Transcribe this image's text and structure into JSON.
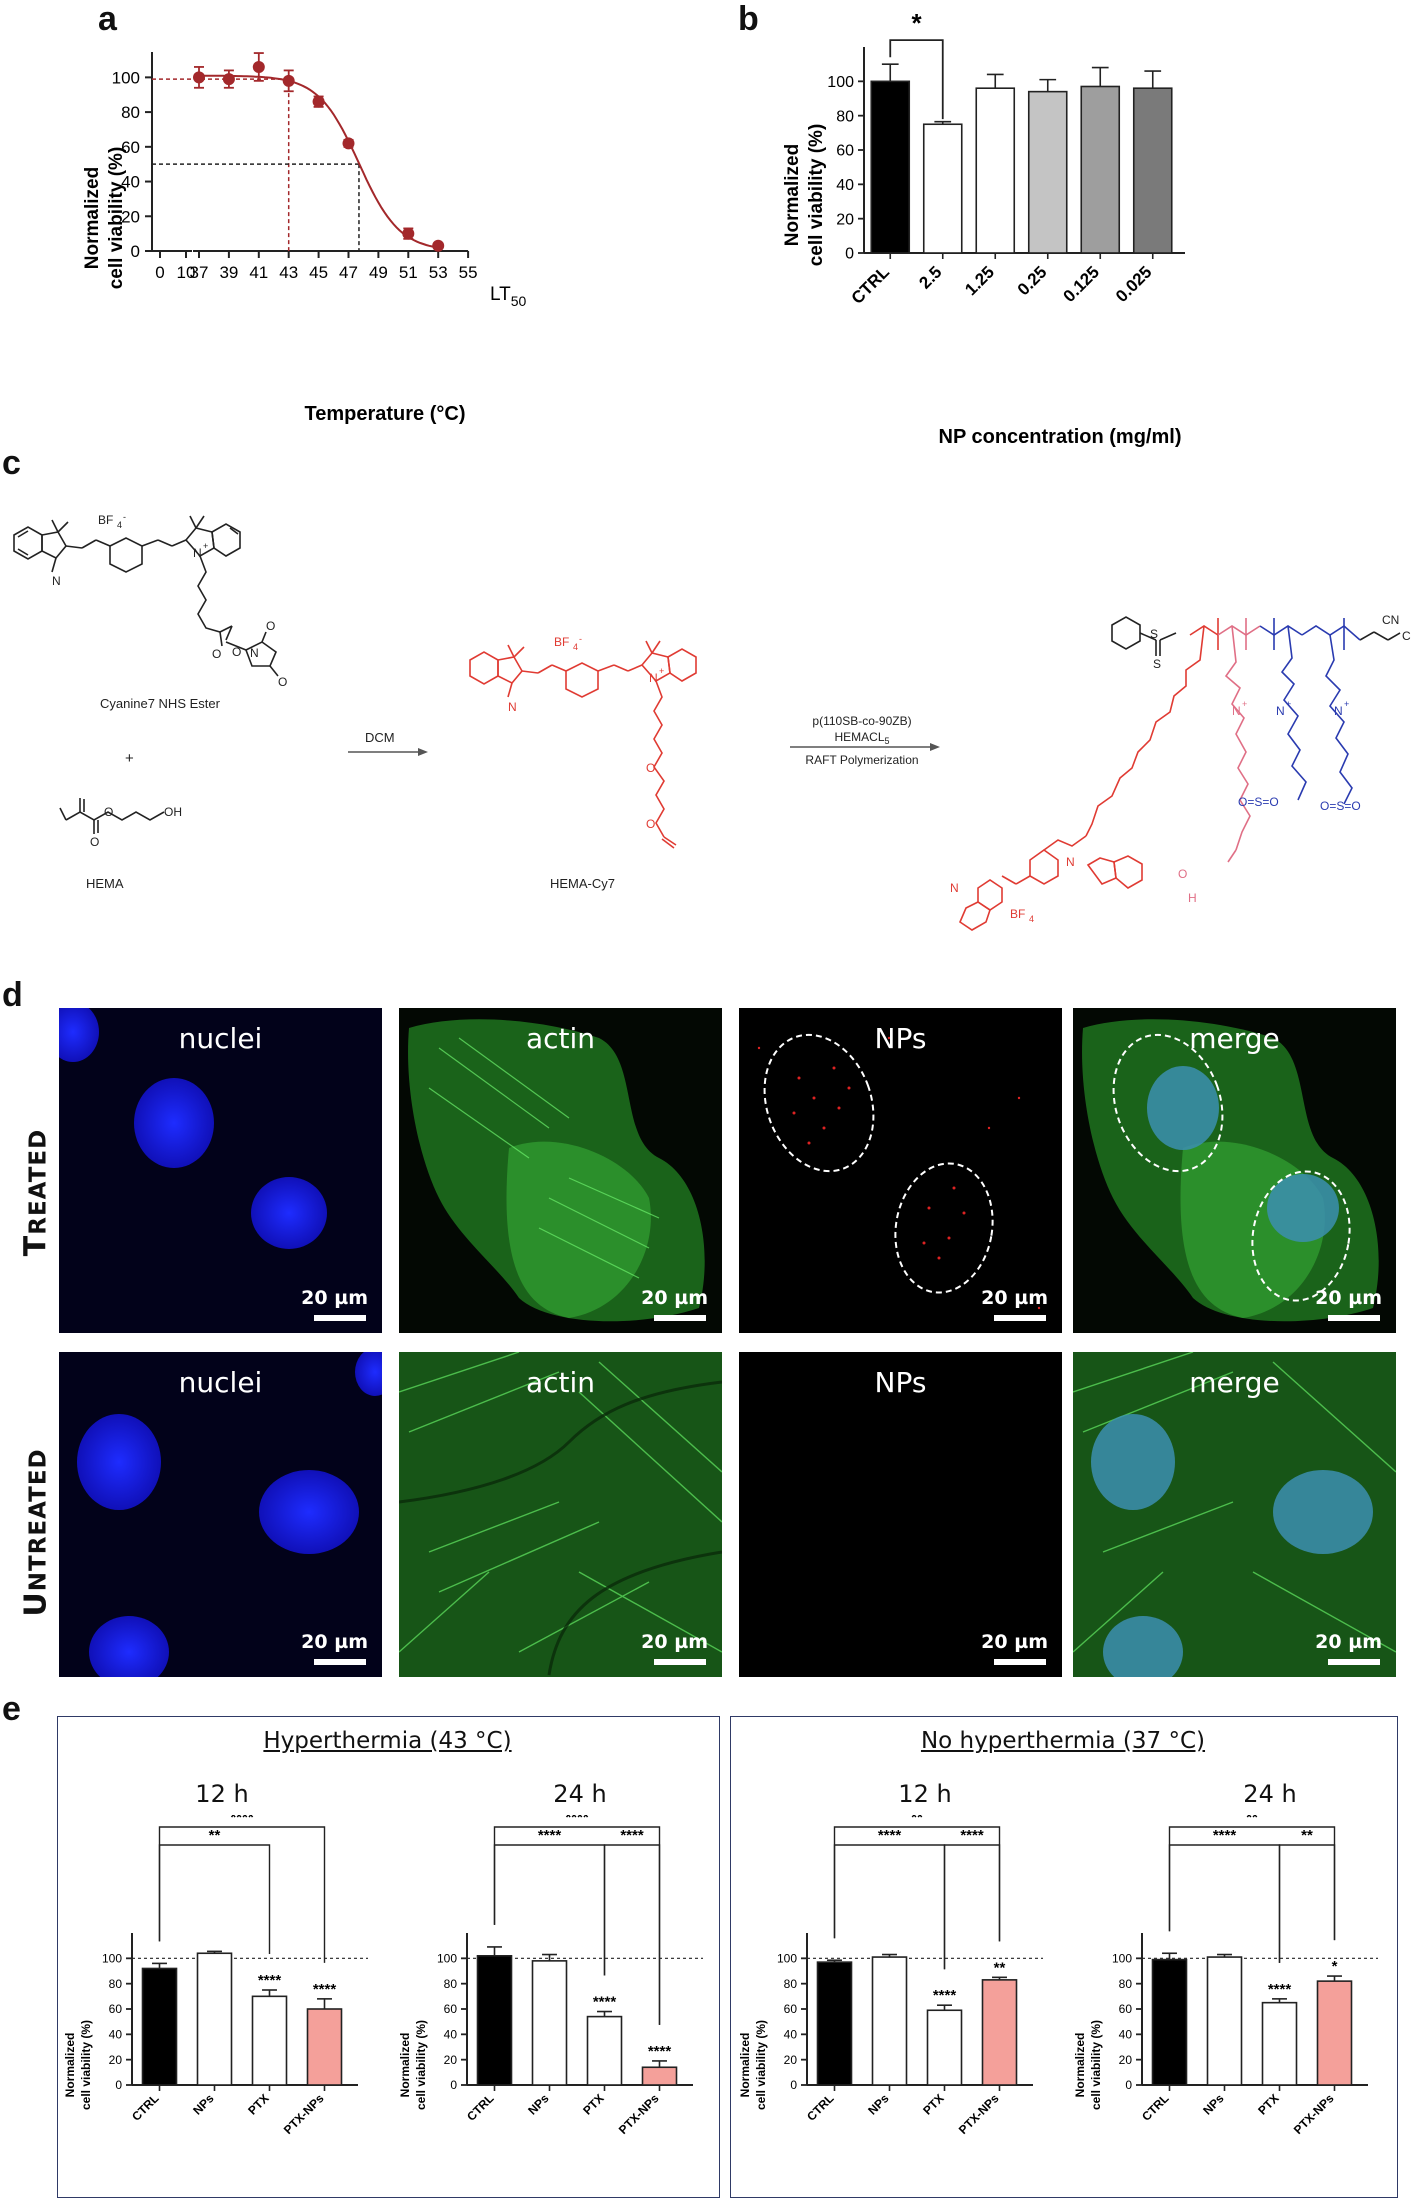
{
  "panels": {
    "a": "a",
    "b": "b",
    "c": "c",
    "d": "d",
    "e": "e"
  },
  "panel_a": {
    "ylabel_1": "Normalized",
    "ylabel_2": "cell viability (%)",
    "xlabel": "Temperature (°C)",
    "annotation": "LT",
    "annotation_sub": "50"
  },
  "panel_b": {
    "ylabel_1": "Normalized",
    "ylabel_2": "cell viability (%)",
    "xlabel": "NP concentration (mg/ml)",
    "sig": "*"
  },
  "panel_c": {
    "cy7_label": "Cyanine7 NHS Ester",
    "plus": "+",
    "hema_label": "HEMA",
    "dcm": "DCM",
    "hemacy7_label": "HEMA-Cy7",
    "cond_1": "p(110SB-co-90ZB)",
    "cond_2": "HEMACL",
    "cond_2_sub": "5",
    "cond_3": "RAFT Polymerization",
    "bf4": "BF",
    "bf4_sub": "4",
    "cn": "CN",
    "oh": "OH"
  },
  "panel_d": {
    "row_treated_first": "T",
    "row_treated_rest": "REATED",
    "row_untreated_first": "U",
    "row_untreated_rest": "NTREATED",
    "scale": "20 µm",
    "channels": [
      "nuclei",
      "actin",
      "NPs",
      "merge"
    ]
  },
  "panel_e": {
    "group1_title": "Hyperthermia (43 °C)",
    "group2_title": "No hyperthermia (37 °C)",
    "time_12": "12 h",
    "time_24": "24 h",
    "ylabel_1": "Normalized",
    "ylabel_2": "cell viability (%)"
  },
  "chart_data": [
    {
      "id": "a",
      "type": "scatter",
      "x": [
        37,
        39,
        41,
        43,
        45,
        47,
        51,
        53
      ],
      "y": [
        100,
        99,
        106,
        98,
        86,
        62,
        10,
        3
      ],
      "yerr": [
        6,
        5,
        8,
        6,
        3,
        2,
        3,
        1
      ],
      "fit": "sigmoidal",
      "xlabel": "Temperature (°C)",
      "ylabel": "Normalized cell viability (%)",
      "xticks": [
        0,
        10,
        37,
        39,
        41,
        43,
        45,
        47,
        49,
        51,
        53,
        55
      ],
      "yticks": [
        0,
        20,
        40,
        60,
        80,
        100
      ],
      "ylim": [
        0,
        110
      ],
      "xaxis_break": [
        10,
        37
      ],
      "annotation": "LT50",
      "color": "#a3282b"
    },
    {
      "id": "b",
      "type": "bar",
      "categories": [
        "CTRL",
        "2.5",
        "1.25",
        "0.25",
        "0.125",
        "0.025"
      ],
      "values": [
        100,
        75,
        96,
        94,
        97,
        96
      ],
      "errors": [
        10,
        1.5,
        8,
        7,
        11,
        10
      ],
      "colors": [
        "#000000",
        "#ffffff",
        "#ffffff",
        "#c4c4c4",
        "#9e9e9e",
        "#7a7a7a"
      ],
      "xlabel": "NP concentration (mg/ml)",
      "ylabel": "Normalized cell viability (%)",
      "yticks": [
        0,
        20,
        40,
        60,
        80,
        100
      ],
      "ylim": [
        0,
        120
      ],
      "significance": [
        {
          "from": "CTRL",
          "to": "2.5",
          "label": "*"
        }
      ]
    },
    {
      "id": "e1",
      "type": "bar",
      "group": "Hyperthermia (43 °C)",
      "time": "12 h",
      "categories": [
        "CTRL",
        "NPs",
        "PTX",
        "PTX-NPs"
      ],
      "values": [
        92,
        104,
        70,
        60
      ],
      "errors": [
        4,
        1.5,
        5,
        8
      ],
      "colors": [
        "#000000",
        "#ffffff",
        "#ffffff",
        "#f4a09a"
      ],
      "bar_labels": [
        "",
        "",
        "****",
        "****"
      ],
      "yticks": [
        0,
        20,
        40,
        60,
        80,
        100
      ],
      "ylim": [
        0,
        120
      ],
      "reference_line": 100,
      "brackets": [
        {
          "from": "CTRL",
          "to": "PTX",
          "label": "**"
        },
        {
          "from": "CTRL",
          "to": "PTX-NPs",
          "label": "****"
        }
      ]
    },
    {
      "id": "e2",
      "type": "bar",
      "group": "Hyperthermia (43 °C)",
      "time": "24 h",
      "categories": [
        "CTRL",
        "NPs",
        "PTX",
        "PTX-NPs"
      ],
      "values": [
        102,
        98,
        54,
        14
      ],
      "errors": [
        7,
        5,
        4,
        5
      ],
      "colors": [
        "#000000",
        "#ffffff",
        "#ffffff",
        "#f4a09a"
      ],
      "bar_labels": [
        "",
        "",
        "****",
        "****"
      ],
      "yticks": [
        0,
        20,
        40,
        60,
        80,
        100
      ],
      "ylim": [
        0,
        120
      ],
      "reference_line": 100,
      "brackets": [
        {
          "from": "CTRL",
          "to": "PTX",
          "label": "****"
        },
        {
          "from": "PTX",
          "to": "PTX-NPs",
          "label": "****"
        },
        {
          "from": "CTRL",
          "to": "PTX-NPs",
          "label": "****"
        }
      ]
    },
    {
      "id": "e3",
      "type": "bar",
      "group": "No hyperthermia (37 °C)",
      "time": "12 h",
      "categories": [
        "CTRL",
        "NPs",
        "PTX",
        "PTX-NPs"
      ],
      "values": [
        97,
        101,
        59,
        83
      ],
      "errors": [
        1.5,
        2,
        4,
        2
      ],
      "colors": [
        "#000000",
        "#ffffff",
        "#ffffff",
        "#f4a09a"
      ],
      "bar_labels": [
        "",
        "",
        "****",
        "**"
      ],
      "yticks": [
        0,
        20,
        40,
        60,
        80,
        100
      ],
      "ylim": [
        0,
        120
      ],
      "reference_line": 100,
      "brackets": [
        {
          "from": "CTRL",
          "to": "PTX",
          "label": "****"
        },
        {
          "from": "PTX",
          "to": "PTX-NPs",
          "label": "****"
        },
        {
          "from": "CTRL",
          "to": "PTX-NPs",
          "label": "**"
        }
      ]
    },
    {
      "id": "e4",
      "type": "bar",
      "group": "No hyperthermia (37 °C)",
      "time": "24 h",
      "categories": [
        "CTRL",
        "NPs",
        "PTX",
        "PTX-NPs"
      ],
      "values": [
        99,
        101,
        65,
        82
      ],
      "errors": [
        5,
        2,
        3,
        4
      ],
      "colors": [
        "#000000",
        "#ffffff",
        "#ffffff",
        "#f4a09a"
      ],
      "bar_labels": [
        "",
        "",
        "****",
        "*"
      ],
      "yticks": [
        0,
        20,
        40,
        60,
        80,
        100
      ],
      "ylim": [
        0,
        120
      ],
      "reference_line": 100,
      "brackets": [
        {
          "from": "CTRL",
          "to": "PTX",
          "label": "****"
        },
        {
          "from": "PTX",
          "to": "PTX-NPs",
          "label": "**"
        },
        {
          "from": "CTRL",
          "to": "PTX-NPs",
          "label": "**"
        }
      ]
    }
  ]
}
